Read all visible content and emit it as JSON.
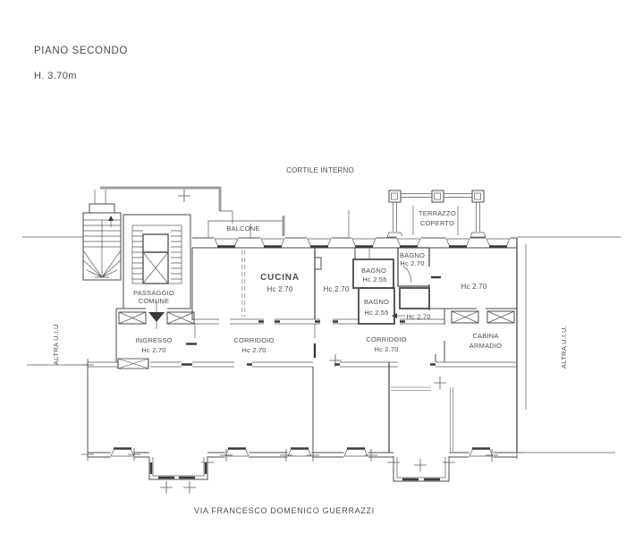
{
  "colors": {
    "line": "#4a4a4a",
    "gray": "#9c9c9c",
    "text": "#4d4d4d",
    "background": "#ffffff"
  },
  "title": {
    "floor": "PIANO SECONDO",
    "height": "H. 3.70m"
  },
  "context": {
    "cortile": "CORTILE INTERNO",
    "street": "VIA FRANCESCO DOMENICO GUERRAZZI",
    "altra_left": "ALTRA U.I.U",
    "altra_right": "ALTRA U.I.U."
  },
  "areas": {
    "passaggio": {
      "l1": "PASSAGGIO",
      "l2": "COMUNE"
    },
    "balcone": {
      "name": "BALCONE"
    },
    "terrazzo": {
      "l1": "TERRAZZO",
      "l2": "COPERTO"
    },
    "ingresso": {
      "name": "INGRESSO",
      "h": "Hc 2.70"
    },
    "corridoio1": {
      "name": "CORRIDOIO",
      "h": "Hc 2.70"
    },
    "corridoio2": {
      "name": "CORRIDOIO",
      "h": "Hc 2.70"
    },
    "cucina": {
      "name": "CUCINA",
      "h": "Hc 2.70"
    },
    "room_center": {
      "h": "Hc.2.70"
    },
    "bagno_top": {
      "name": "BAGNO",
      "h": "Hc 2.55"
    },
    "bagno_right": {
      "name": "BAGNO",
      "h": "Hc 2.70"
    },
    "bagno_bottom": {
      "name": "BAGNO",
      "h": "Hc 2.55"
    },
    "antibagno": {
      "h": "Hc 2.70"
    },
    "room_right": {
      "h": "Hc 2.70"
    },
    "cabina": {
      "l1": "CABINA",
      "l2": "ARMADIO"
    }
  }
}
